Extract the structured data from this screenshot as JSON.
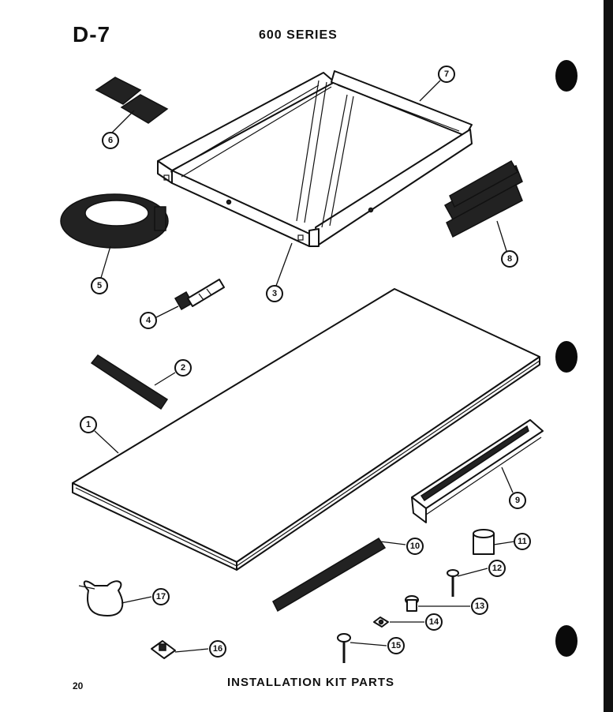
{
  "header": {
    "diagram_code": "D-7",
    "series": "600 SERIES"
  },
  "footer": {
    "page_number": "20",
    "caption": "INSTALLATION KIT PARTS"
  },
  "callouts": [
    "1",
    "2",
    "3",
    "4",
    "5",
    "6",
    "7",
    "8",
    "9",
    "10",
    "11",
    "12",
    "13",
    "14",
    "15",
    "16",
    "17"
  ]
}
